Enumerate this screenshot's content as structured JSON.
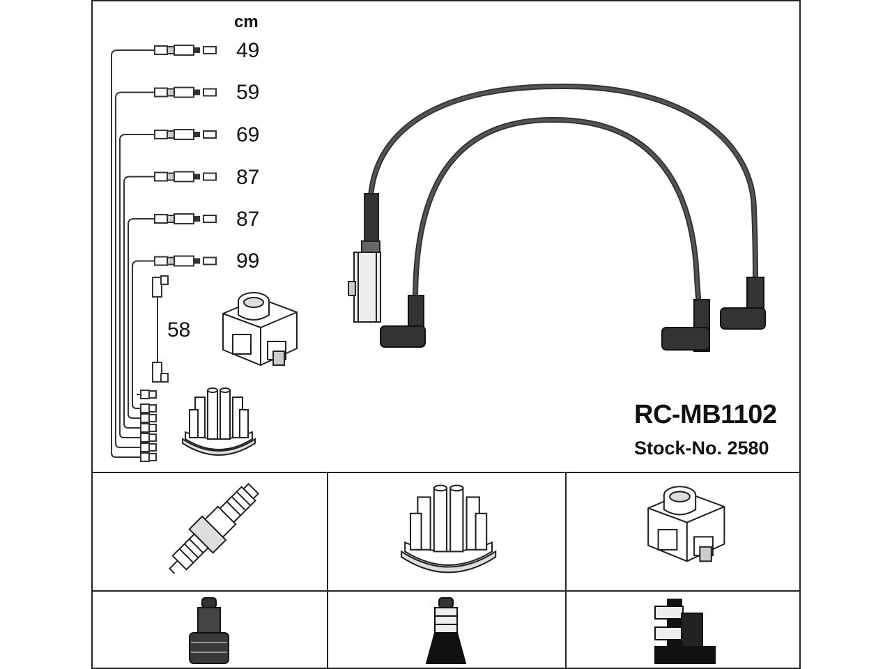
{
  "unit": "cm",
  "wire_lengths": [
    "49",
    "59",
    "69",
    "87",
    "87",
    "99"
  ],
  "coil_lead_length": "58",
  "part_number": "RC-MB1102",
  "stock_label": "Stock-No. 2580",
  "icons": {
    "spark_plug": "spark-plug-icon",
    "distributor_cap": "distributor-cap-icon",
    "ignition_coil": "ignition-coil-icon",
    "plug_terminal_a": "spark-plug-terminal-icon",
    "plug_terminal_b": "spark-plug-terminal-boot-icon",
    "coil_terminal": "coil-terminal-icon"
  },
  "colors": {
    "line": "#222222",
    "cable": "#333333"
  }
}
